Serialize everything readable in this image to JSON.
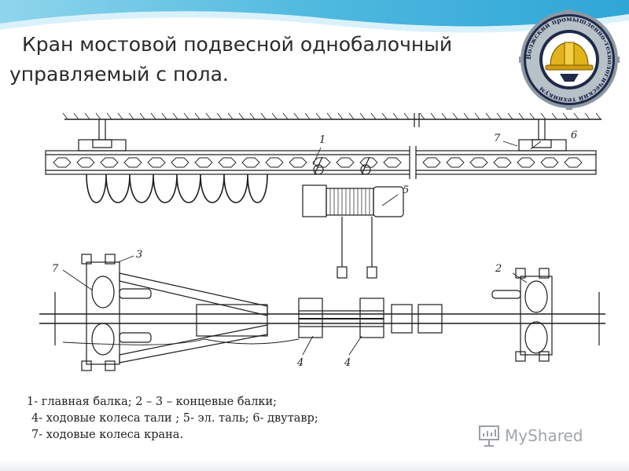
{
  "title": {
    "line1": "Кран мостовой подвесной однобалочный",
    "line2": "управляемый с пола."
  },
  "emblem": {
    "ring_text": "Волжский промышленно-технологический техникум",
    "icon": "hard-hat-icon"
  },
  "diagram": {
    "labels": {
      "l1": "1",
      "l2": "2",
      "l3": "3",
      "l4a": "4",
      "l4b": "4",
      "l5": "5",
      "l6": "6",
      "l7a": "7",
      "l7b": "7"
    }
  },
  "legend": {
    "line1": "1- главная балка; 2 – 3 – концевые балки;",
    "line2": "4- ходовые колеса тали ; 5- эл. таль; 6- двутавр;",
    "line3": "7- ходовые колеса крана."
  },
  "watermark": {
    "text": "MyShared",
    "icon": "presentation-board-icon"
  },
  "colors": {
    "wave_blue": "#5fc3e4",
    "wave_light": "#d9f1fa",
    "emblem_dark": "#1f2a4a",
    "emblem_gear": "#9aa4ae",
    "emblem_gold": "#e2b31b",
    "drawing_ink": "#1d1d1d"
  }
}
